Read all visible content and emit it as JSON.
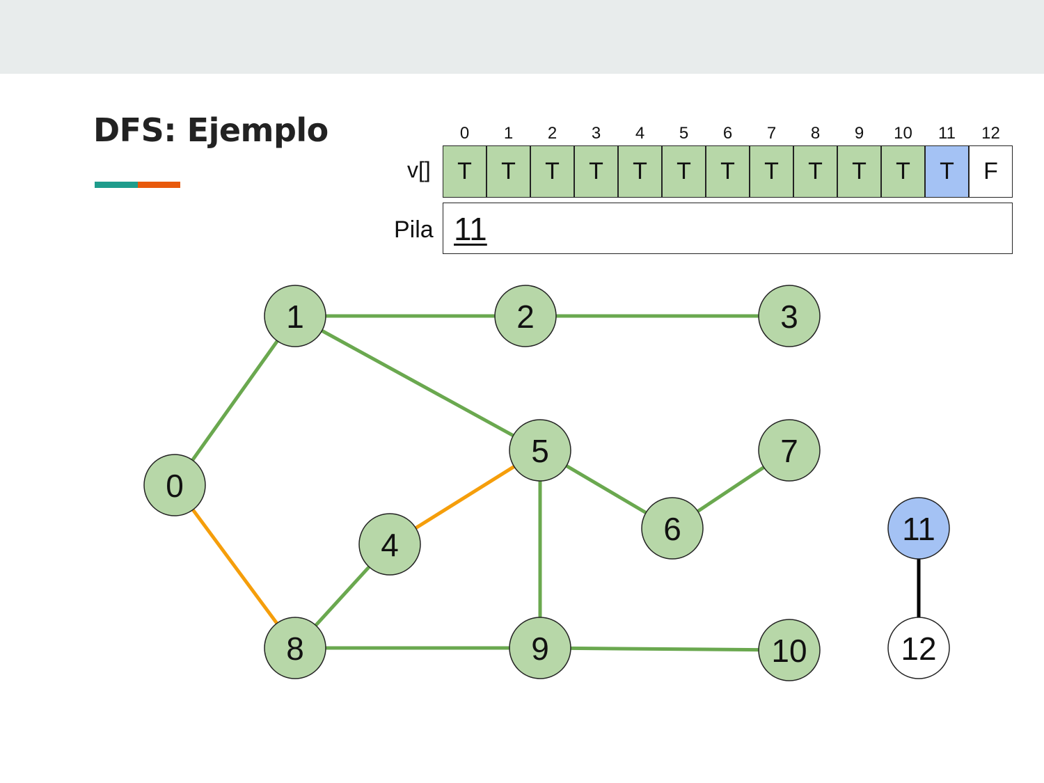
{
  "slide": {
    "title": "DFS: Ejemplo"
  },
  "visited": {
    "label": "v[]",
    "indices": [
      "0",
      "1",
      "2",
      "3",
      "4",
      "5",
      "6",
      "7",
      "8",
      "9",
      "10",
      "11",
      "12"
    ],
    "values": [
      "T",
      "T",
      "T",
      "T",
      "T",
      "T",
      "T",
      "T",
      "T",
      "T",
      "T",
      "T",
      "F"
    ],
    "states": [
      "visited",
      "visited",
      "visited",
      "visited",
      "visited",
      "visited",
      "visited",
      "visited",
      "visited",
      "visited",
      "visited",
      "current",
      "unvisited"
    ]
  },
  "stack": {
    "label": "Pila",
    "items": [
      "11"
    ]
  },
  "graph": {
    "nodes": [
      {
        "id": "0",
        "state": "visited"
      },
      {
        "id": "1",
        "state": "visited"
      },
      {
        "id": "2",
        "state": "visited"
      },
      {
        "id": "3",
        "state": "visited"
      },
      {
        "id": "4",
        "state": "visited"
      },
      {
        "id": "5",
        "state": "visited"
      },
      {
        "id": "6",
        "state": "visited"
      },
      {
        "id": "7",
        "state": "visited"
      },
      {
        "id": "8",
        "state": "visited"
      },
      {
        "id": "9",
        "state": "visited"
      },
      {
        "id": "10",
        "state": "visited"
      },
      {
        "id": "11",
        "state": "current"
      },
      {
        "id": "12",
        "state": "unvisited"
      }
    ],
    "edges": [
      {
        "from": "1",
        "to": "2",
        "state": "traversed"
      },
      {
        "from": "2",
        "to": "3",
        "state": "traversed"
      },
      {
        "from": "1",
        "to": "0",
        "state": "traversed"
      },
      {
        "from": "1",
        "to": "5",
        "state": "traversed"
      },
      {
        "from": "0",
        "to": "8",
        "state": "non-tree"
      },
      {
        "from": "4",
        "to": "5",
        "state": "non-tree"
      },
      {
        "from": "5",
        "to": "6",
        "state": "traversed"
      },
      {
        "from": "6",
        "to": "7",
        "state": "traversed"
      },
      {
        "from": "5",
        "to": "9",
        "state": "traversed"
      },
      {
        "from": "4",
        "to": "8",
        "state": "traversed"
      },
      {
        "from": "8",
        "to": "9",
        "state": "traversed"
      },
      {
        "from": "9",
        "to": "10",
        "state": "traversed"
      },
      {
        "from": "11",
        "to": "12",
        "state": "pending"
      }
    ]
  },
  "colors": {
    "visited_fill": "#b7d7a8",
    "current_fill": "#a4c2f4",
    "unvisited_fill": "#ffffff",
    "traversed_edge": "#6aa84f",
    "non_tree_edge": "#f59e0b",
    "pending_edge": "#000000",
    "accent_teal": "#1f9c8c",
    "accent_orange": "#e8590c"
  }
}
